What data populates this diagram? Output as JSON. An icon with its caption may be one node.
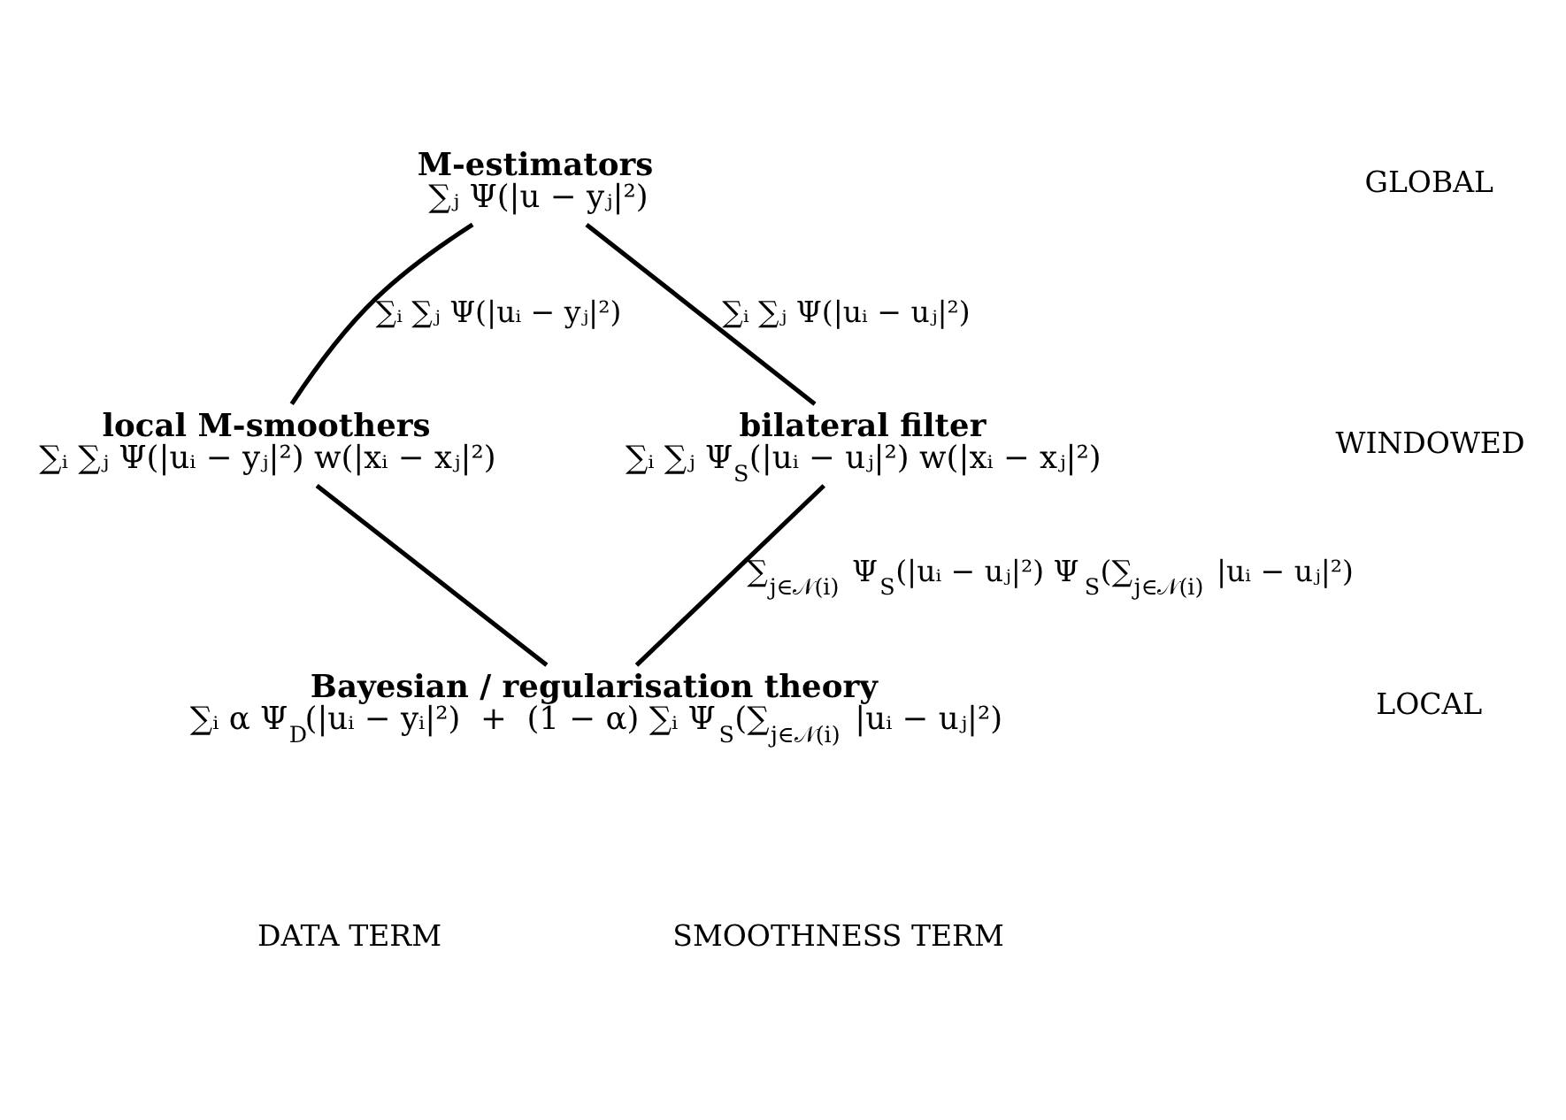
{
  "diagram": {
    "nodes": [
      {
        "text": [
          "M-estimators",
          "∑ⱼ Ψ(|u − yⱼ|²)"
        ]
      },
      {
        "text": [
          "local M-smoothers",
          "∑ᵢ ∑ⱼ Ψ(|uᵢ − yⱼ|²) w(|xᵢ − xⱼ|²)"
        ]
      },
      {
        "text": [
          "bilateral filter",
          "∑ᵢ ∑ⱼ Ψ$_{S}$(|uᵢ − uⱼ|²) w(|xᵢ − xⱼ|²)"
        ]
      },
      {
        "text": [
          "Bayesian / regularisation theory",
          "∑ᵢ α Ψ$_{D}$(|uᵢ − yᵢ|²)  +  (1 − α) ∑ᵢ Ψ$_{S}$(∑$_{j∈𝒩(i)}$ |uᵢ − uⱼ|²)"
        ]
      }
    ],
    "edges": [
      {
        "from": 0,
        "to": 1,
        "arrow": "none",
        "label": "∑ᵢ ∑ⱼ Ψ(|uᵢ − yⱼ|²)"
      },
      {
        "from": 0,
        "to": 2,
        "arrow": "none",
        "label": "∑ᵢ ∑ⱼ Ψ(|uᵢ − uⱼ|²)"
      },
      {
        "from": 1,
        "to": 3,
        "arrow": "none"
      },
      {
        "from": 2,
        "to": 3,
        "arrow": "none",
        "label": "∑$_{j∈𝒩(i)}$ Ψ$_{S}$(|uᵢ − uⱼ|²) Ψ$_{S}$(∑$_{j∈𝒩(i)}$ |uᵢ − uⱼ|²)"
      }
    ],
    "labels": [
      "GLOBAL",
      "WINDOWED",
      "LOCAL",
      "DATA TERM",
      "SMOOTHNESS TERM"
    ]
  }
}
